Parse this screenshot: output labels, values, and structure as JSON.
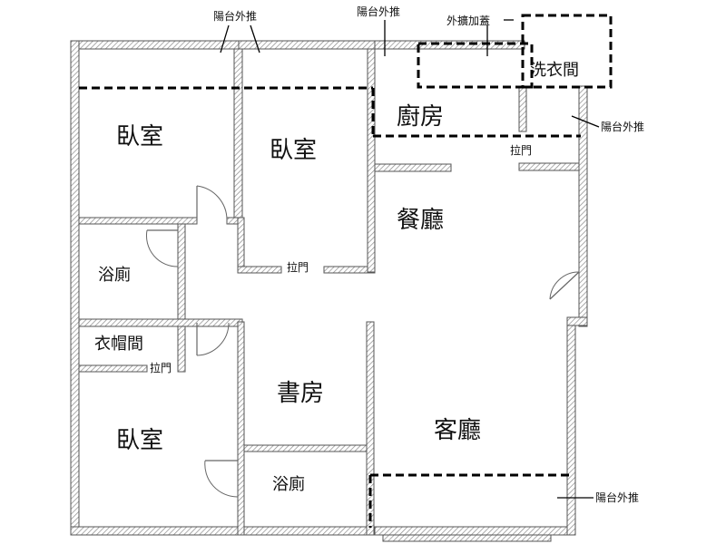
{
  "rooms": {
    "bedroom_top_left": "臥室",
    "bedroom_top_center": "臥室",
    "bedroom_bottom_left": "臥室",
    "kitchen": "廚房",
    "dining": "餐廳",
    "living": "客廳",
    "study": "書房",
    "bath_left": "浴廁",
    "bath_bottom": "浴廁",
    "cloakroom": "衣帽間",
    "laundry": "洗衣間"
  },
  "notes": {
    "balcony_top_left": "陽台外推",
    "balcony_top_mid": "陽台外推",
    "canopy_ext": "外擴加蓋",
    "balcony_right_upper": "陽台外推",
    "balcony_bottom_right": "陽台外推"
  },
  "sliding_doors": {
    "kitchen": "拉門",
    "bedroom_center": "拉門",
    "cloakroom": "拉門"
  }
}
